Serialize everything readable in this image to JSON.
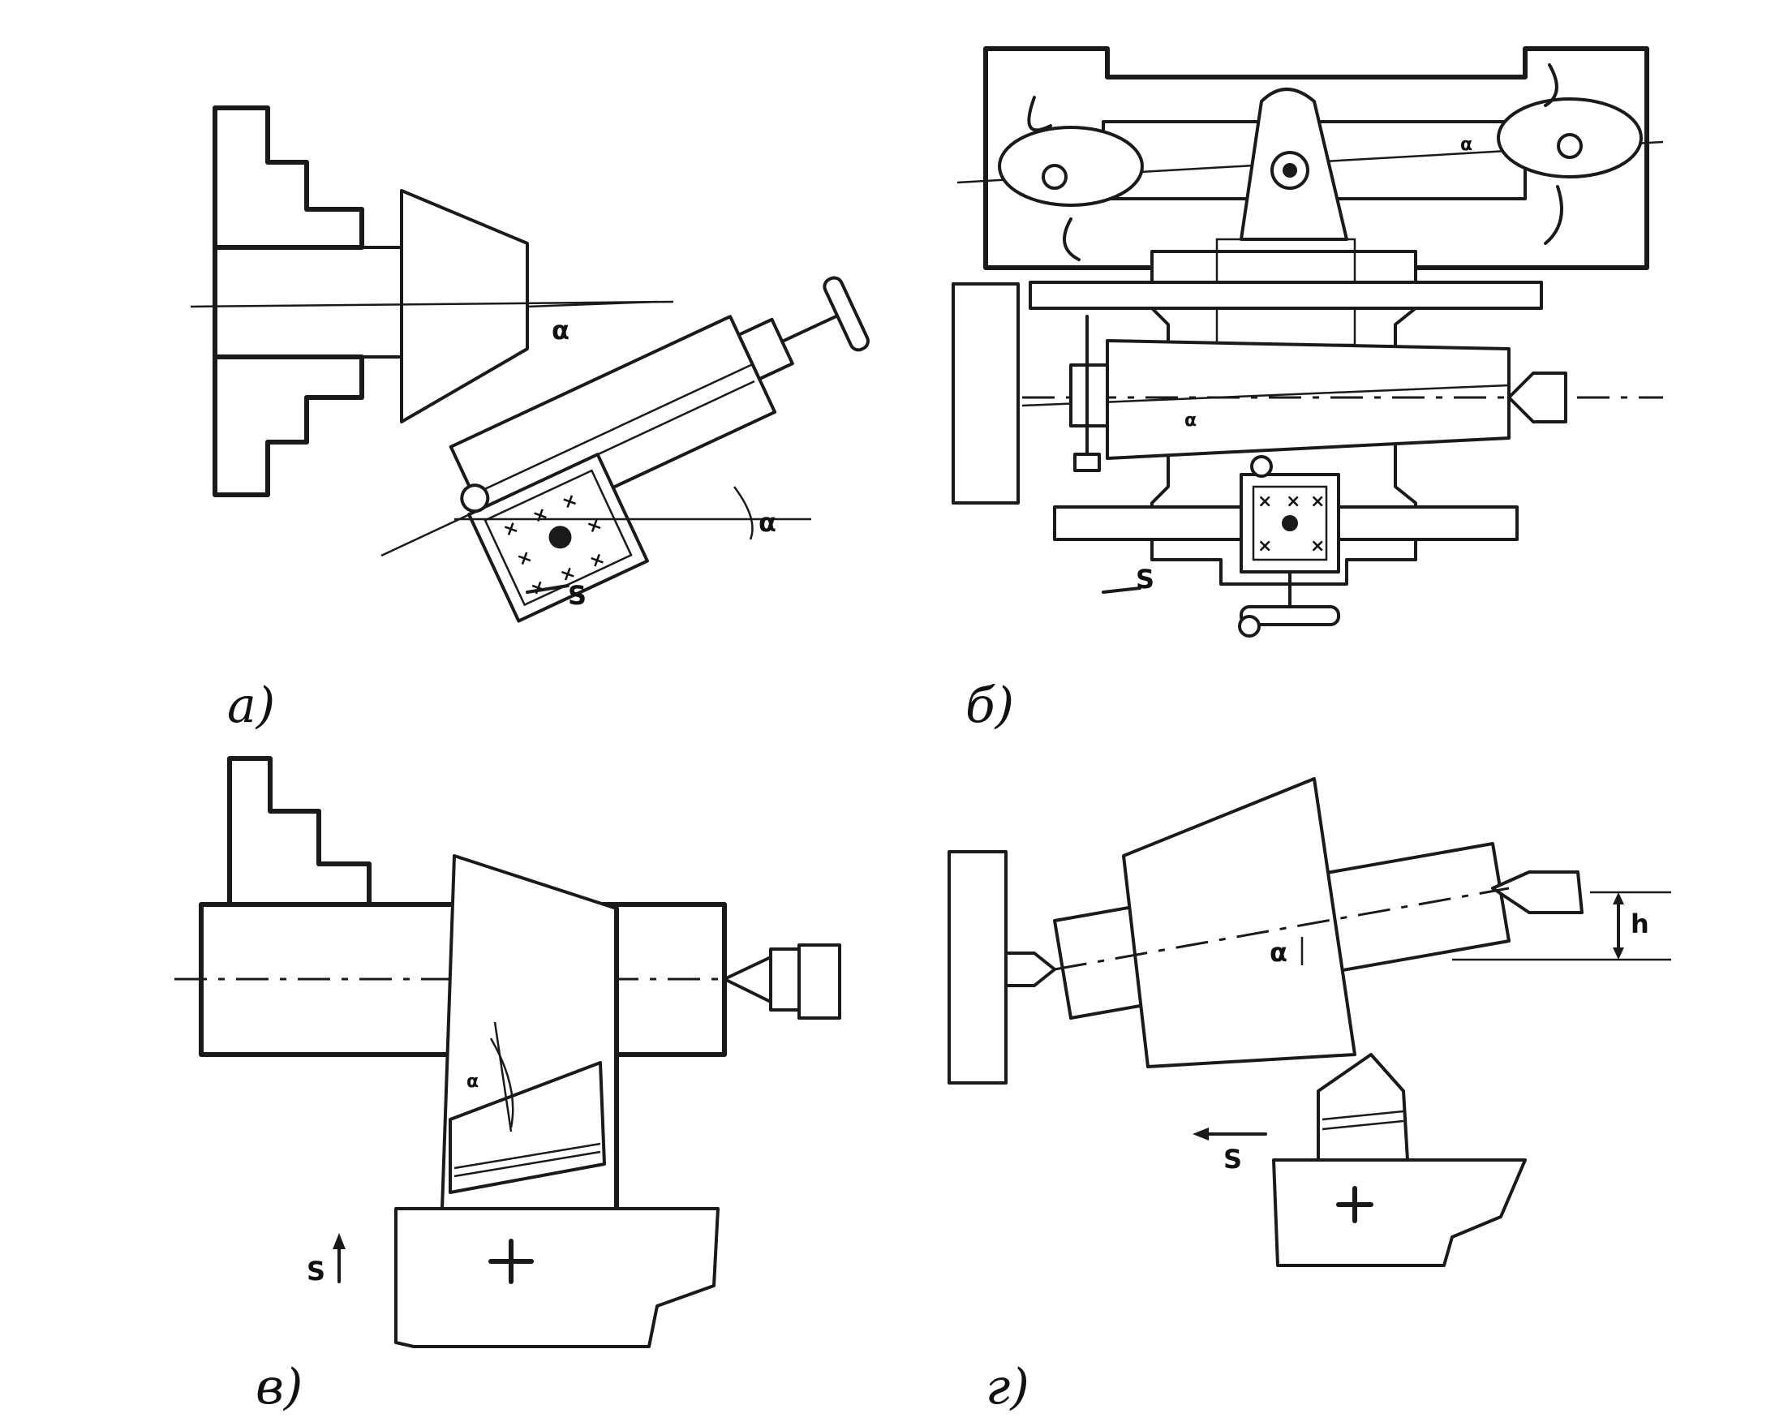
{
  "panels": [
    {
      "id": "a",
      "label": "а)"
    },
    {
      "id": "b",
      "label": "б)"
    },
    {
      "id": "v",
      "label": "в)"
    },
    {
      "id": "g",
      "label": "г)"
    }
  ],
  "symbols": {
    "angle": "α",
    "feed": "S",
    "offset": "h",
    "cross": "×"
  }
}
